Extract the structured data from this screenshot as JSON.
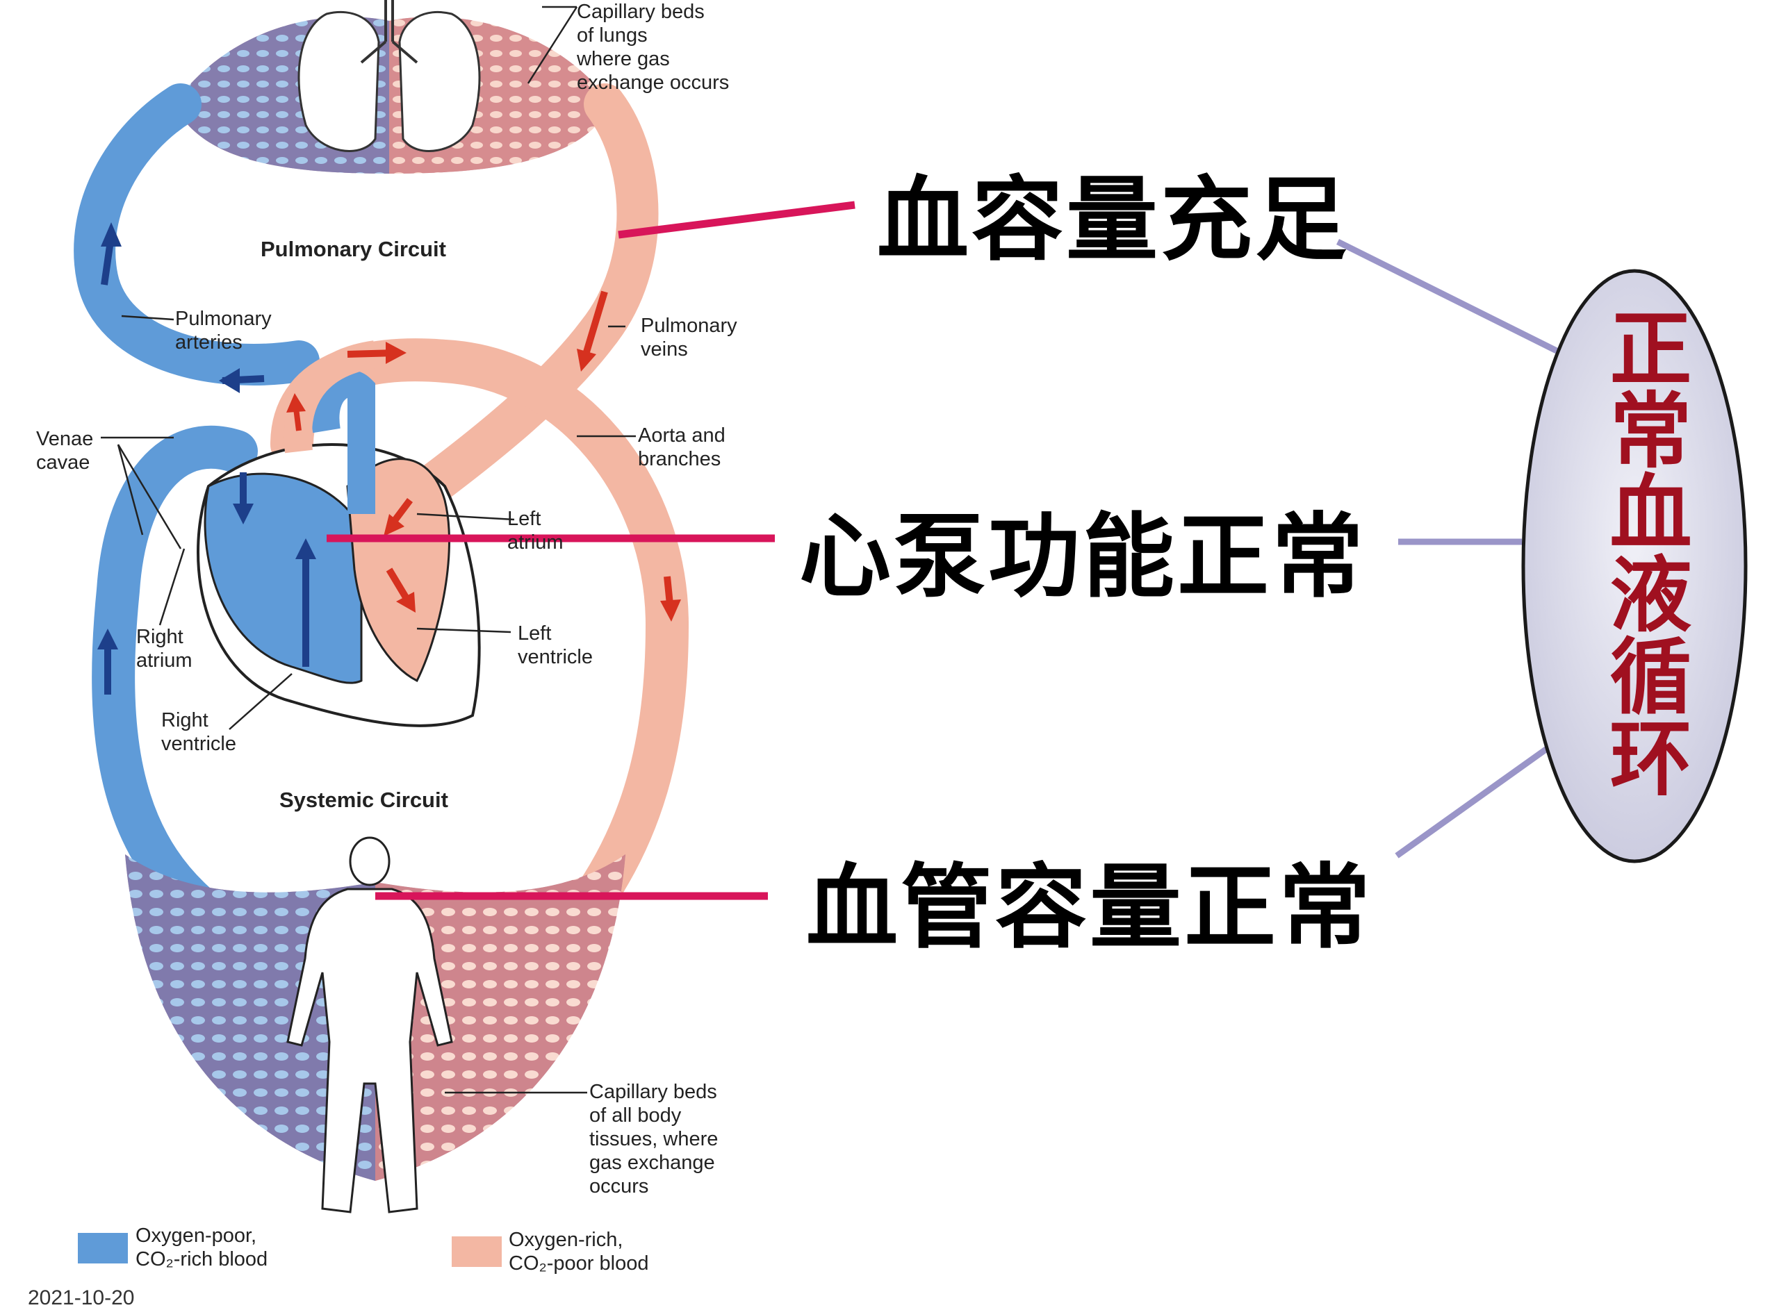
{
  "diagram": {
    "labels": {
      "capillary_lungs": "Capillary beds\nof lungs\nwhere gas\nexchange occurs",
      "pulmonary_circuit": "Pulmonary Circuit",
      "pulmonary_arteries": "Pulmonary\narteries",
      "pulmonary_veins": "Pulmonary\nveins",
      "venae_cavae": "Venae\ncavae",
      "aorta": "Aorta and\nbranches",
      "left_atrium": "Left\natrium",
      "right_atrium": "Right\natrium",
      "left_ventricle": "Left\nventricle",
      "right_ventricle": "Right\nventricle",
      "systemic_circuit": "Systemic Circuit",
      "capillary_body": "Capillary beds\nof all body\ntissues, where\ngas exchange\noccurs"
    },
    "legend": {
      "oxygen_poor": "Oxygen-poor,\nCO₂-rich blood",
      "oxygen_rich": "Oxygen-rich,\nCO₂-poor blood"
    },
    "footer_fragment": "2021-10-20"
  },
  "conditions": {
    "blood_volume": "血容量充足",
    "heart_pump": "心泵功能正常",
    "vascular_volume": "血管容量正常"
  },
  "result": {
    "text": "正常血液循环"
  },
  "colors": {
    "oxygen_poor": "#5f9bd8",
    "oxygen_rich": "#f3b7a3",
    "connector": "#d8155a",
    "oval_border": "#8c6fb0",
    "oval_fill": "#dcdcea",
    "result_text": "#a01020",
    "capillary": "#b35a78"
  }
}
